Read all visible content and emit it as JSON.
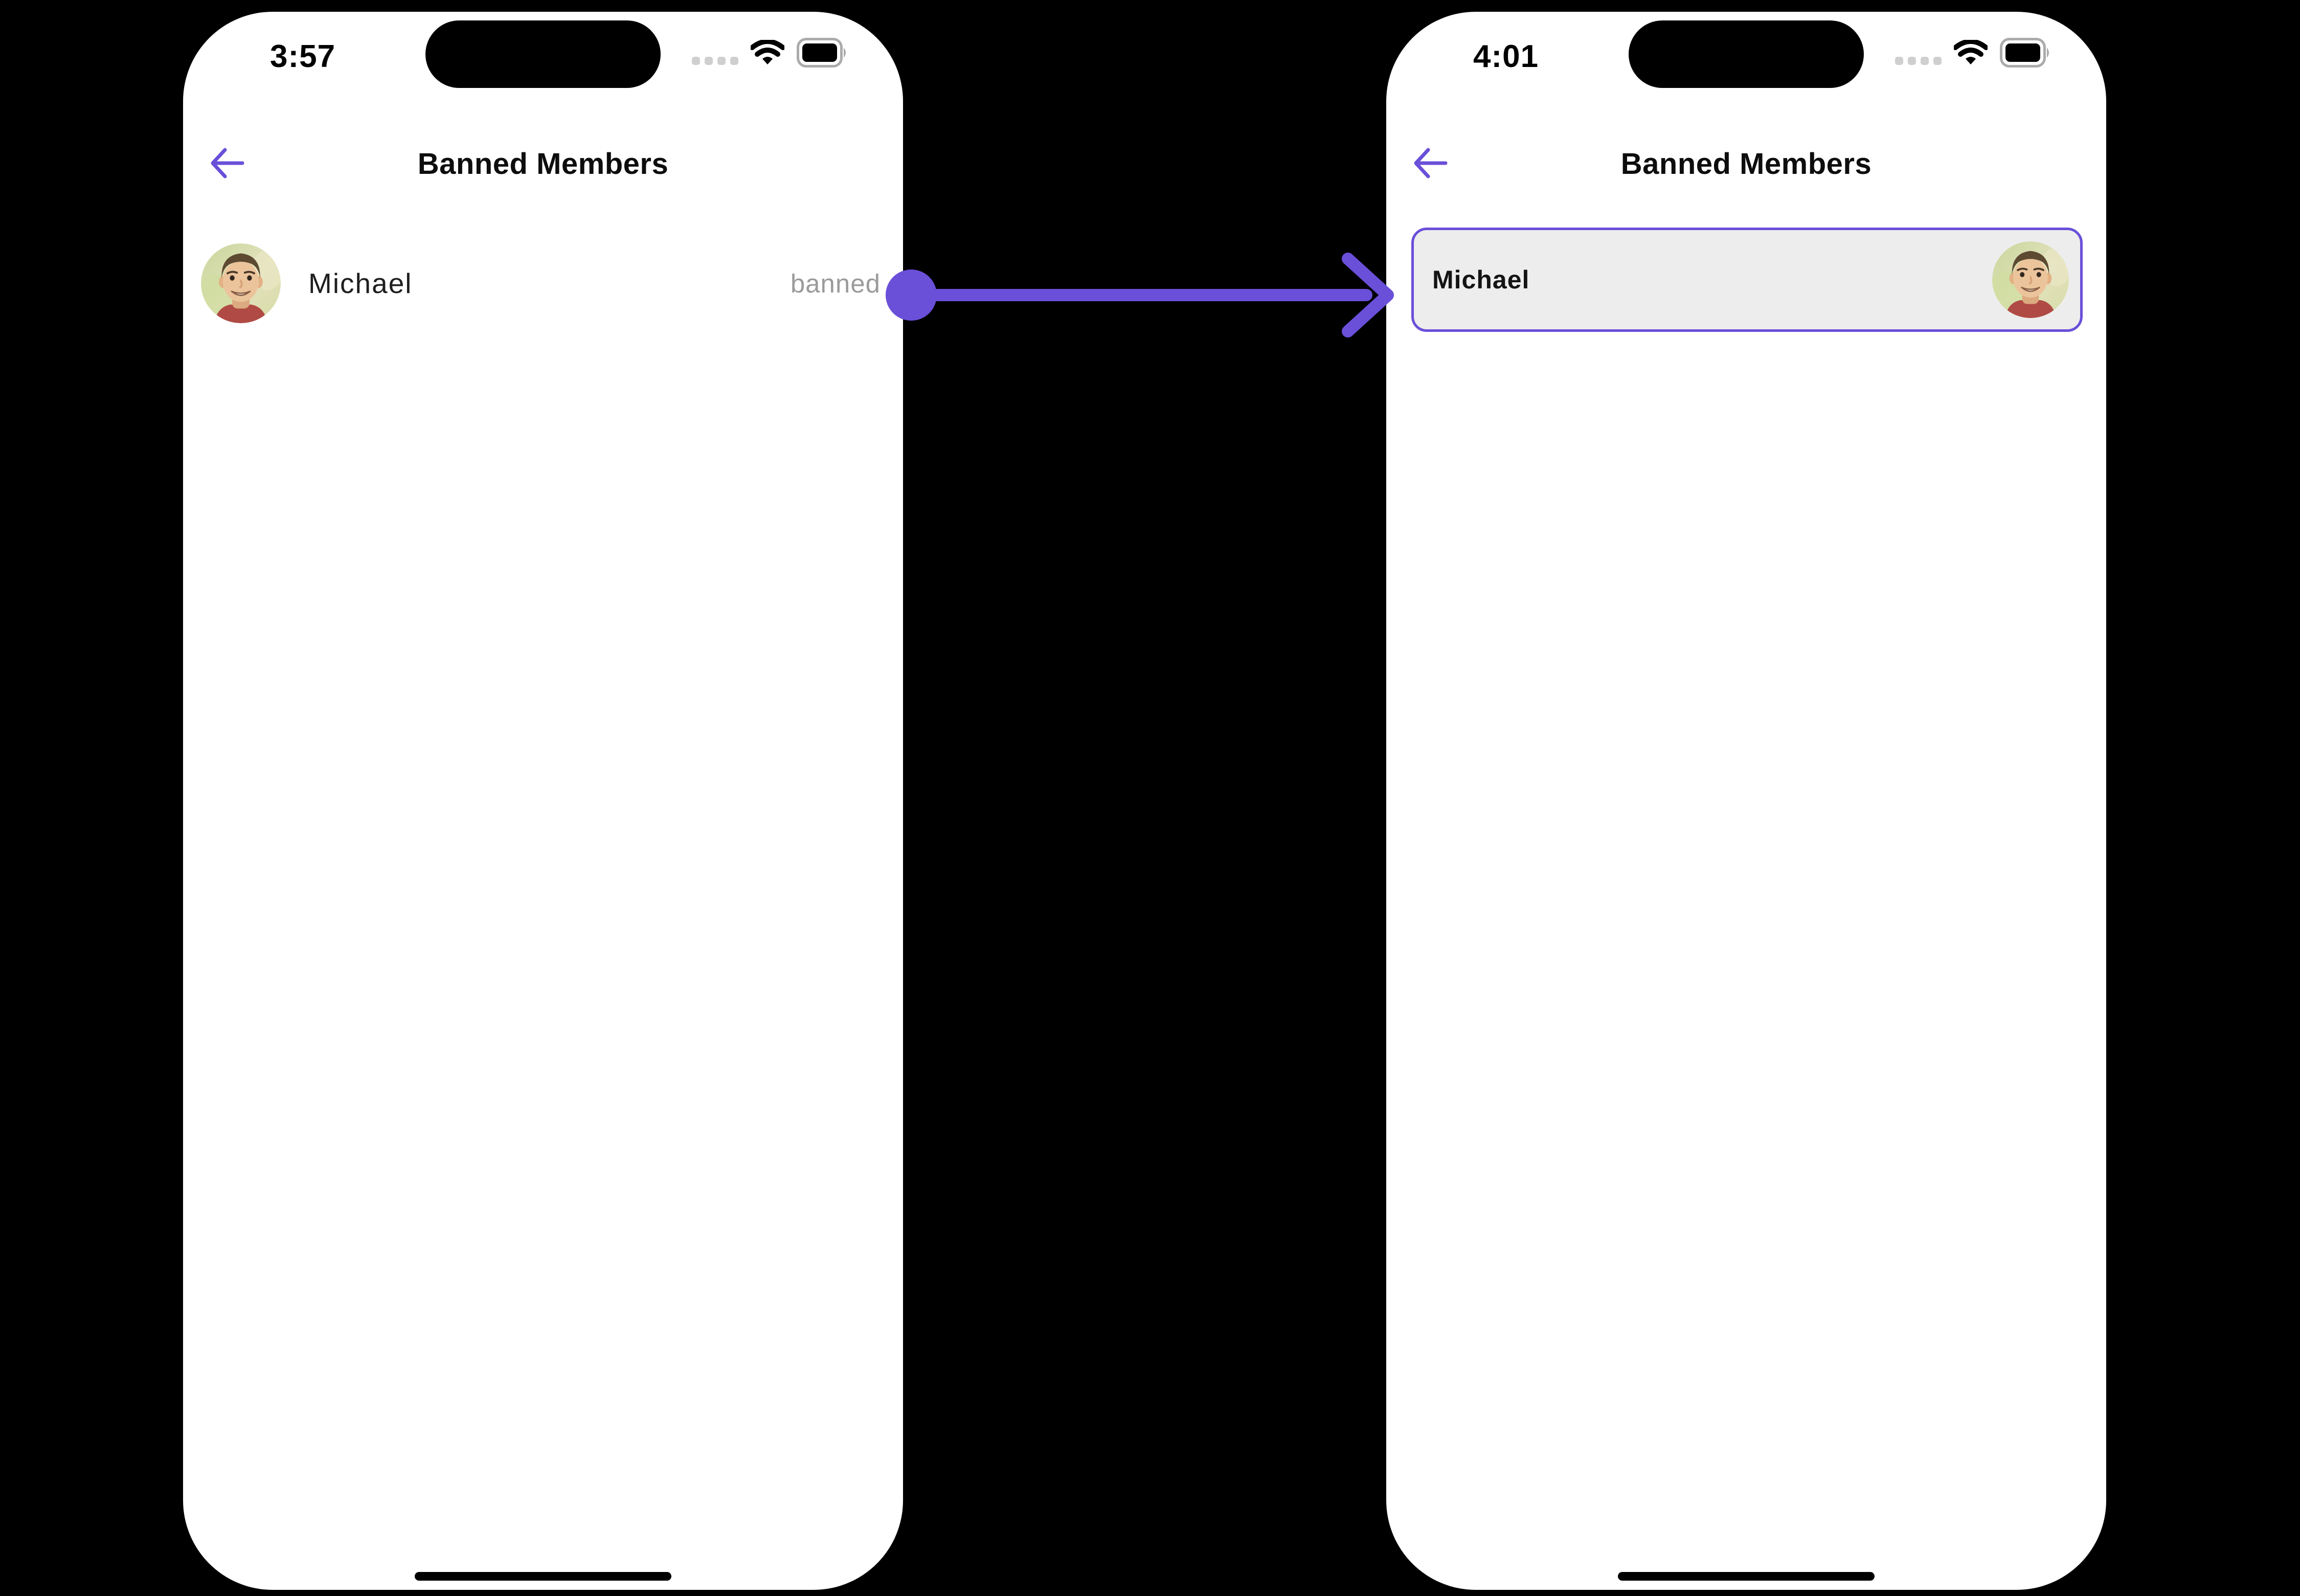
{
  "colors": {
    "accent": "#6A4FD9",
    "canvas_bg": "#000000",
    "phone_bg": "#FFFFFF",
    "banned_text": "#9B9B9B",
    "card_bg": "#EDEDED"
  },
  "left_phone": {
    "status_bar": {
      "time": "3:57",
      "icons": [
        "cellular-dots",
        "wifi",
        "battery-full"
      ]
    },
    "header": {
      "back_icon": "arrow-left",
      "title": "Banned Members"
    },
    "banned_list": [
      {
        "name": "Michael",
        "status_label": "banned",
        "avatar": "michael-photo"
      }
    ]
  },
  "right_phone": {
    "status_bar": {
      "time": "4:01",
      "icons": [
        "cellular-dots",
        "wifi",
        "battery-full"
      ]
    },
    "header": {
      "back_icon": "arrow-left",
      "title": "Banned Members"
    },
    "selected_member_card": {
      "name": "Michael",
      "avatar": "michael-photo"
    }
  },
  "annotation_arrow": {
    "from": "left-banned-member-row",
    "to": "right-member-card",
    "color": "#6A4FD9"
  }
}
